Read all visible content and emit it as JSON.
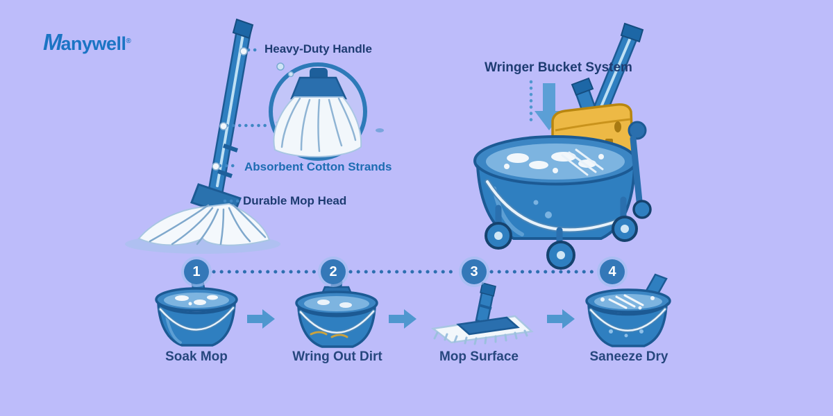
{
  "logo": {
    "initial": "M",
    "rest": "anywell",
    "registered": "®"
  },
  "mop_diagram": {
    "labels": {
      "handle": "Heavy-Duty Handle",
      "strands": "Absorbent Cotton Strands",
      "head": "Durable Mop Head"
    }
  },
  "bucket_diagram": {
    "title": "Wringer Bucket System"
  },
  "steps": [
    {
      "number": "1",
      "label": "Soak Mop"
    },
    {
      "number": "2",
      "label": "Wring Out Dirt"
    },
    {
      "number": "3",
      "label": "Mop Surface"
    },
    {
      "number": "4",
      "label": "Saneeze Dry"
    }
  ],
  "colors": {
    "background": "#bdbcfa",
    "label_navy": "#1e3c72",
    "label_bright_blue": "#1d6cb2",
    "logo_blue": "#1b74c4",
    "illustration_blue": "#2f7fc0",
    "illustration_dark_blue": "#1c5a94",
    "arrow_blue": "#4f97cf",
    "step_circle_blue": "#3478b8",
    "wringer_yellow": "#edb945"
  }
}
